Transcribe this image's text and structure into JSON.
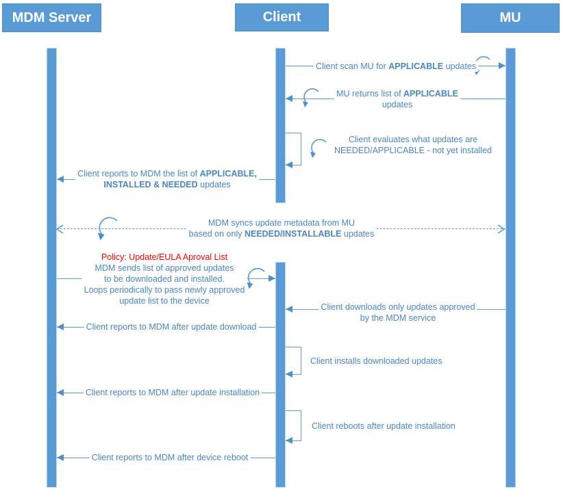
{
  "actors": {
    "mdm": "MDM Server",
    "client": "Client",
    "mu": "MU"
  },
  "colors": {
    "accent_blue": "#5b9bd5",
    "label_blue": "#4a86c5",
    "policy_red": "#ff0000"
  },
  "icons": {
    "loop": "loop-arrow-icon"
  },
  "messages": {
    "m1": {
      "pre": "Client scan MU for ",
      "bold": "APPLICABLE",
      "post": " updates",
      "from": "Client",
      "to": "MU"
    },
    "m2": {
      "l1_pre": "MU returns list of ",
      "l1_bold": "APPLICABLE",
      "l2": "updates",
      "from": "MU",
      "to": "Client"
    },
    "m3": {
      "l1": "Client evaluates what updates are",
      "l2": "NEEDED/APPLICABLE - not yet installed",
      "from": "Client",
      "to": "Client"
    },
    "m4": {
      "l1_pre": "Client reports to MDM the list of ",
      "l1_bold": "APPLICABLE,",
      "l2_bold": "INSTALLED & NEEDED",
      "l2_post": " updates",
      "from": "Client",
      "to": "MDM Server"
    },
    "m5": {
      "l1": "MDM syncs update metadata from MU",
      "l2_pre": "based on only ",
      "l2_bold": "NEEDED/INSTALLABLE",
      "l2_post": " updates",
      "from": "MDM Server",
      "to": "MU"
    },
    "m6": {
      "title": "Policy: Update/EULA Aproval List",
      "l1": "MDM sends list of approved updates",
      "l2": "to be downloaded and installed.",
      "l3": "Loops periodically to pass newly approved",
      "l4": "update list to the device",
      "from": "MDM Server",
      "to": "Client"
    },
    "m7": {
      "l1": "Client downloads only updates approved",
      "l2": "by the MDM service",
      "from": "MU",
      "to": "Client"
    },
    "m8": {
      "text": "Client reports to MDM after update download",
      "from": "Client",
      "to": "MDM Server"
    },
    "m9": {
      "text": "Client installs downloaded updates",
      "from": "Client",
      "to": "Client"
    },
    "m10": {
      "text": "Client reports to MDM after update installation",
      "from": "Client",
      "to": "MDM Server"
    },
    "m11": {
      "text": "Client reboots after update installation",
      "from": "Client",
      "to": "Client"
    },
    "m12": {
      "text": "Client reports to MDM after device reboot",
      "from": "Client",
      "to": "MDM Server"
    }
  }
}
